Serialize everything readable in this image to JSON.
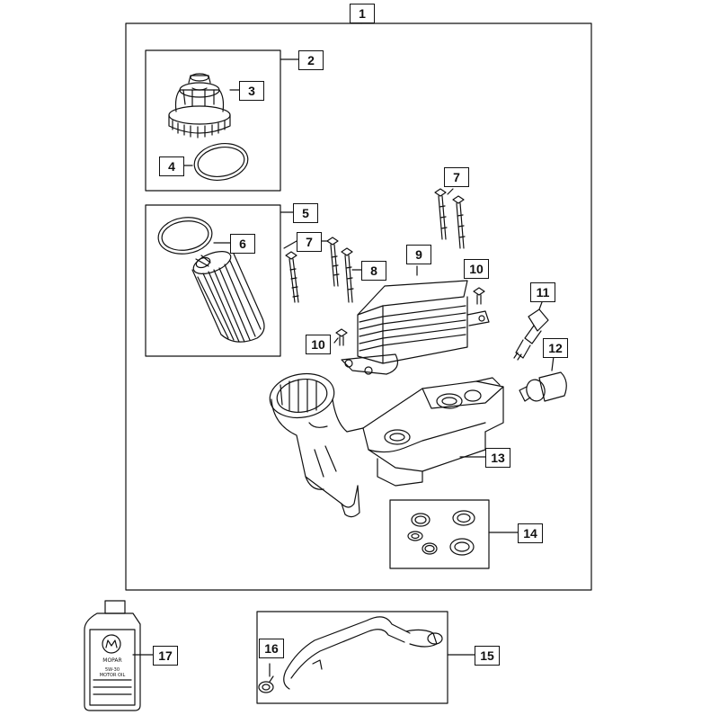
{
  "callouts": {
    "c1": "1",
    "c2": "2",
    "c3": "3",
    "c4": "4",
    "c5": "5",
    "c6": "6",
    "c7a": "7",
    "c7b": "7",
    "c8": "8",
    "c9": "9",
    "c10a": "10",
    "c10b": "10",
    "c11": "11",
    "c12": "12",
    "c13": "13",
    "c14": "14",
    "c15": "15",
    "c16": "16",
    "c17": "17"
  },
  "bottle": {
    "brand_mark": "MOPAR",
    "label_lines": [
      "5W-30",
      "MOTOR OIL"
    ]
  },
  "colors": {
    "line": "#111111",
    "background": "#ffffff"
  }
}
